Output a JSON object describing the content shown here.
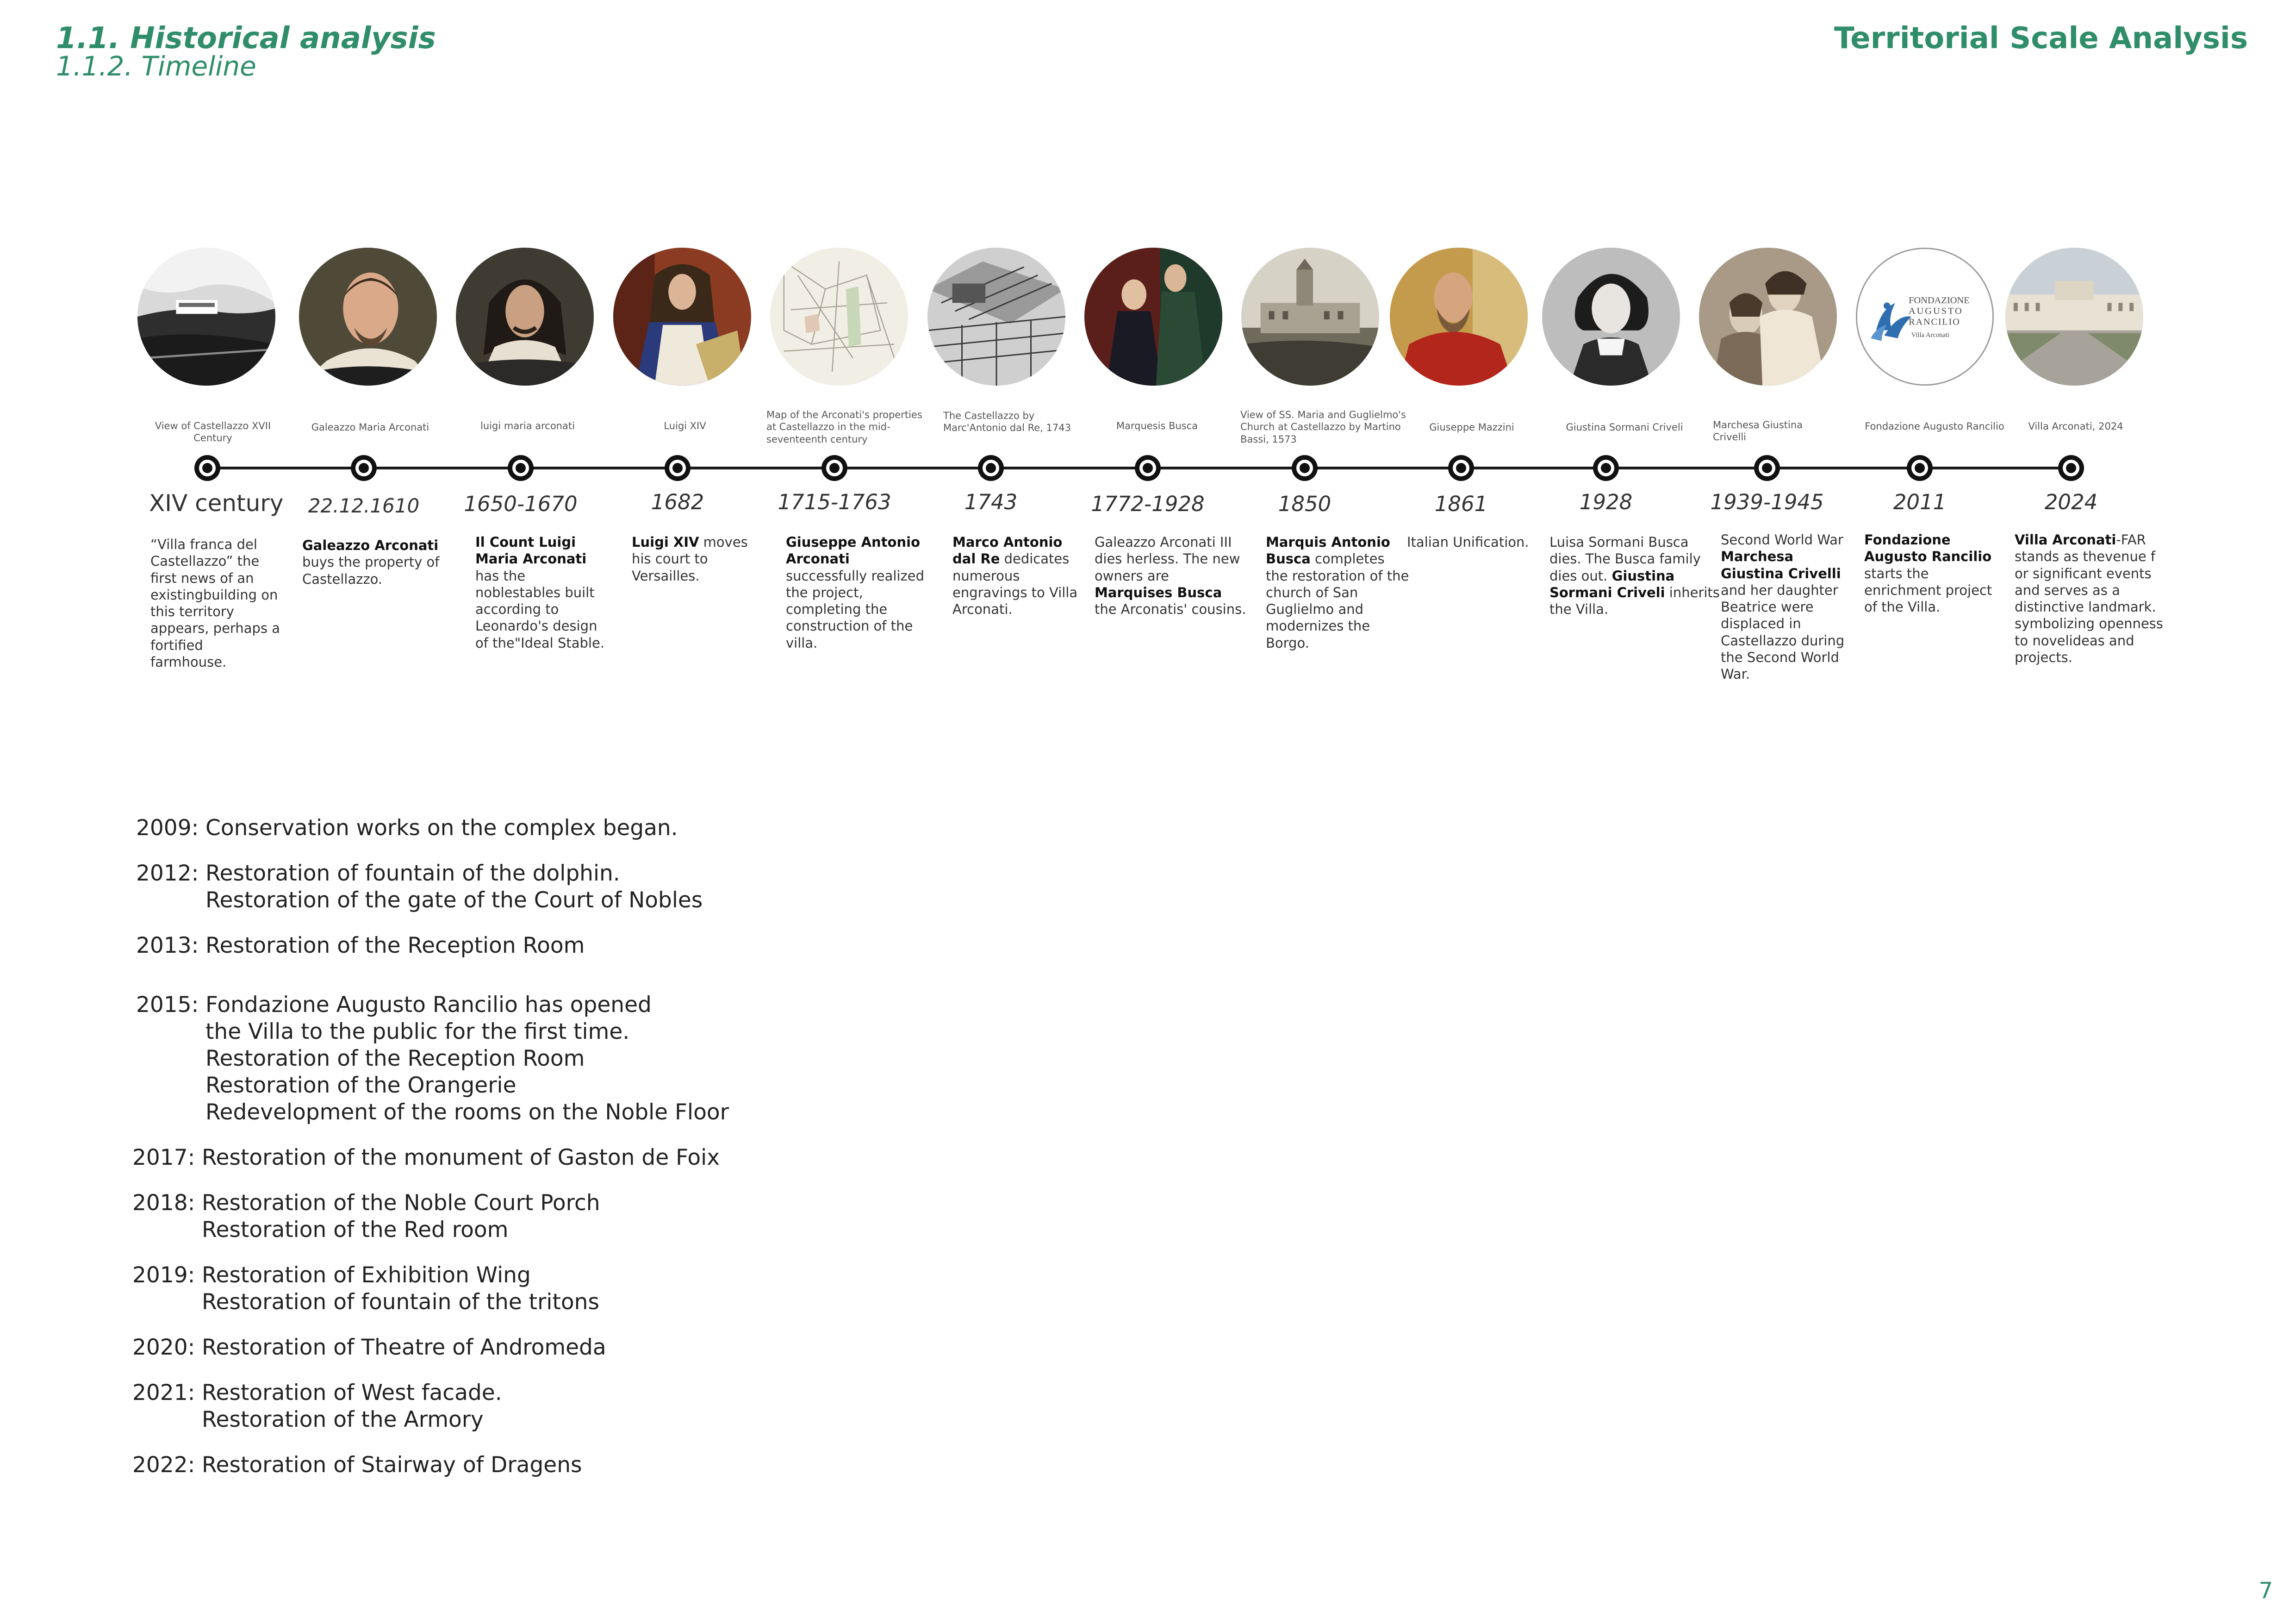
{
  "header": {
    "section_title": "1.1. Historical analysis",
    "subsection_title": "1.1.2. Timeline",
    "right_title": "Territorial Scale Analysis"
  },
  "timeline": [
    {
      "image": "castellazzo-engraving",
      "caption": "View of Castellazzo XVII Century",
      "date": "XIV century",
      "desc": "“Villa franca del Castellazzo” the first news of an existingbuilding on this territory appears, perhaps a fortified farmhouse."
    },
    {
      "image": "portrait-galeazzo",
      "caption": "Galeazzo Maria Arconati",
      "date": "22.12.1610",
      "desc_bold": "Galeazzo Arconati",
      "desc": " buys the property of Castellazzo."
    },
    {
      "image": "portrait-luigi-maria",
      "caption": "luigi maria arconati",
      "date": "1650-1670",
      "desc_bold": "Il Count  Luigi Maria Arconati",
      "desc": " has the noblestables built according to Leonardo's design of the\"Ideal Stable."
    },
    {
      "image": "portrait-luigi-xiv",
      "caption": "Luigi XIV",
      "date": "1682",
      "desc_bold": "Luigi XIV",
      "desc": " moves his court to Versailles."
    },
    {
      "image": "property-map",
      "caption": "Map of the Arconati's properties at Castellazzo in the mid-seventeenth century",
      "date": "1715-1763",
      "desc_bold": "Giuseppe Antonio Arconati",
      "desc": " successfully  realized the project, completing the construction of the villa."
    },
    {
      "image": "aerial-engraving",
      "caption": "The Castellazzo by Marc'Antonio dal Re, 1743",
      "date": "1743",
      "desc_bold": "Marco Antonio dal Re",
      "desc": " dedicates numerous engravings to Villa Arconati."
    },
    {
      "image": "portrait-busca",
      "caption": "Marquesis Busca",
      "date": "1772-1928",
      "desc_pre": "Galeazzo Arconati III dies herless. The new owners are ",
      "desc_bold": "Marquises Busca",
      "desc": " the Arconatis' cousins."
    },
    {
      "image": "church-view",
      "caption": "View of SS. Maria and Guglielmo's Church at Castellazzo by Martino Bassi, 1573",
      "date": "1850",
      "desc_bold": "Marquis Antonio Busca",
      "desc": " completes the restoration of the church of San Guglielmo and modernizes the Borgo."
    },
    {
      "image": "portrait-mazzini",
      "caption": "Giuseppe Mazzini",
      "date": "1861",
      "desc": "Italian Unification."
    },
    {
      "image": "portrait-sormani",
      "caption": "Giustina Sormani Criveli",
      "date": "1928",
      "desc_pre": "Luisa Sormani Busca dies. The Busca family dies out. ",
      "desc_bold": "Giustina Sormani Criveli",
      "desc": " inherits the Villa."
    },
    {
      "image": "portrait-crivelli",
      "caption": "Marchesa Giustina Crivelli",
      "date": "1939-1945",
      "desc_pre": "Second World War ",
      "desc_bold": "Marchesa Giustina Crivelli",
      "desc": " and her daughter Beatrice were displaced in Castellazzo during the Second World War."
    },
    {
      "image": "foundation-logo",
      "caption": "Fondazione Augusto Rancilio",
      "date": "2011",
      "desc_bold": "Fondazione Augusto Rancilio",
      "desc": " starts the enrichment project of the Villa."
    },
    {
      "image": "villa-photo",
      "caption": "Villa Arconati, 2024",
      "date": "2024",
      "desc_bold": "Villa Arconati",
      "desc": "-FAR stands as thevenue f or significant events and serves as a distinctive landmark. symbolizing openness to novelideas and projects."
    }
  ],
  "logo": {
    "line1": "FONDAZIONE",
    "line2": "AUGUSTO",
    "line3": "RANCILIO",
    "line4": "Villa Arconati"
  },
  "works": [
    {
      "year": "2009:",
      "items": [
        "Conservation works on the complex began."
      ]
    },
    {
      "year": "2012:",
      "items": [
        "Restoration of fountain of the dolphin.",
        "Restoration of the gate of the Court of Nobles"
      ]
    },
    {
      "year": "2013:",
      "items": [
        "Restoration of the Reception Room"
      ]
    },
    {
      "year": "2015:",
      "items": [
        "Fondazione Augusto Rancilio has opened",
        "the Villa to the public for the first time.",
        "Restoration of the Reception Room",
        "Restoration of the Orangerie",
        "Redevelopment of the rooms on the Noble Floor"
      ]
    },
    {
      "year": "2017:",
      "items": [
        "Restoration of the monument of Gaston de Foix"
      ]
    },
    {
      "year": "2018:",
      "items": [
        "Restoration of the Noble Court Porch",
        "Restoration of the Red room"
      ]
    },
    {
      "year": "2019:",
      "items": [
        "Restoration of Exhibition Wing",
        "Restoration of fountain of the tritons"
      ]
    },
    {
      "year": "2020:",
      "items": [
        "Restoration of Theatre of Andromeda"
      ]
    },
    {
      "year": "2021:",
      "items": [
        "Restoration of  West facade.",
        "Restoration of the Armory"
      ]
    },
    {
      "year": "2022:",
      "items": [
        "Restoration of  Stairway of Dragens"
      ]
    }
  ],
  "page_number": "7",
  "colors": {
    "accent": "#2f8e69",
    "line": "#1a1a1a",
    "logo_blue": "#2f6fb0"
  }
}
